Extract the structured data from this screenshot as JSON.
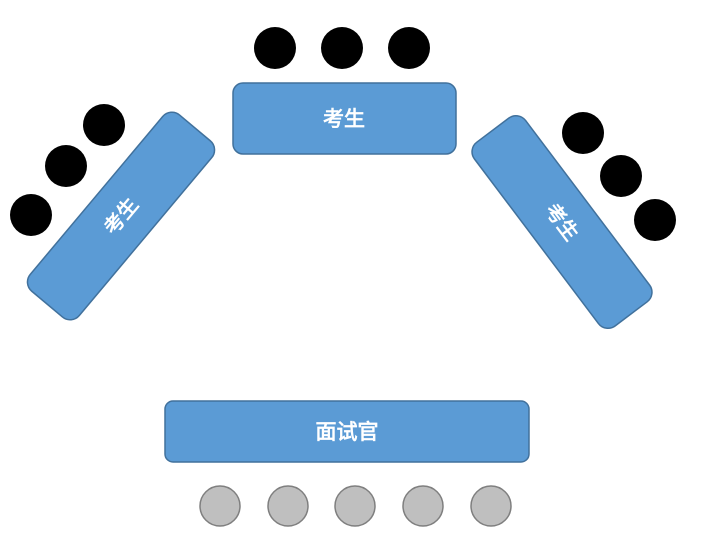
{
  "diagram": {
    "tables": [
      {
        "id": "candidate-table-left",
        "label": "考生",
        "role": "candidate"
      },
      {
        "id": "candidate-table-top",
        "label": "考生",
        "role": "candidate"
      },
      {
        "id": "candidate-table-right",
        "label": "考生",
        "role": "candidate"
      },
      {
        "id": "interviewer-table",
        "label": "面试官",
        "role": "interviewer"
      }
    ],
    "seat_groups": {
      "candidate_left_count": 3,
      "candidate_top_count": 3,
      "candidate_right_count": 3,
      "interviewer_count": 5
    },
    "colors": {
      "table_fill": "#5b9bd5",
      "table_stroke": "#41719c",
      "candidate_seat": "#000000",
      "interviewer_seat": "#bfbfbf",
      "interviewer_seat_stroke": "#7f7f7f",
      "label_text": "#ffffff"
    }
  }
}
